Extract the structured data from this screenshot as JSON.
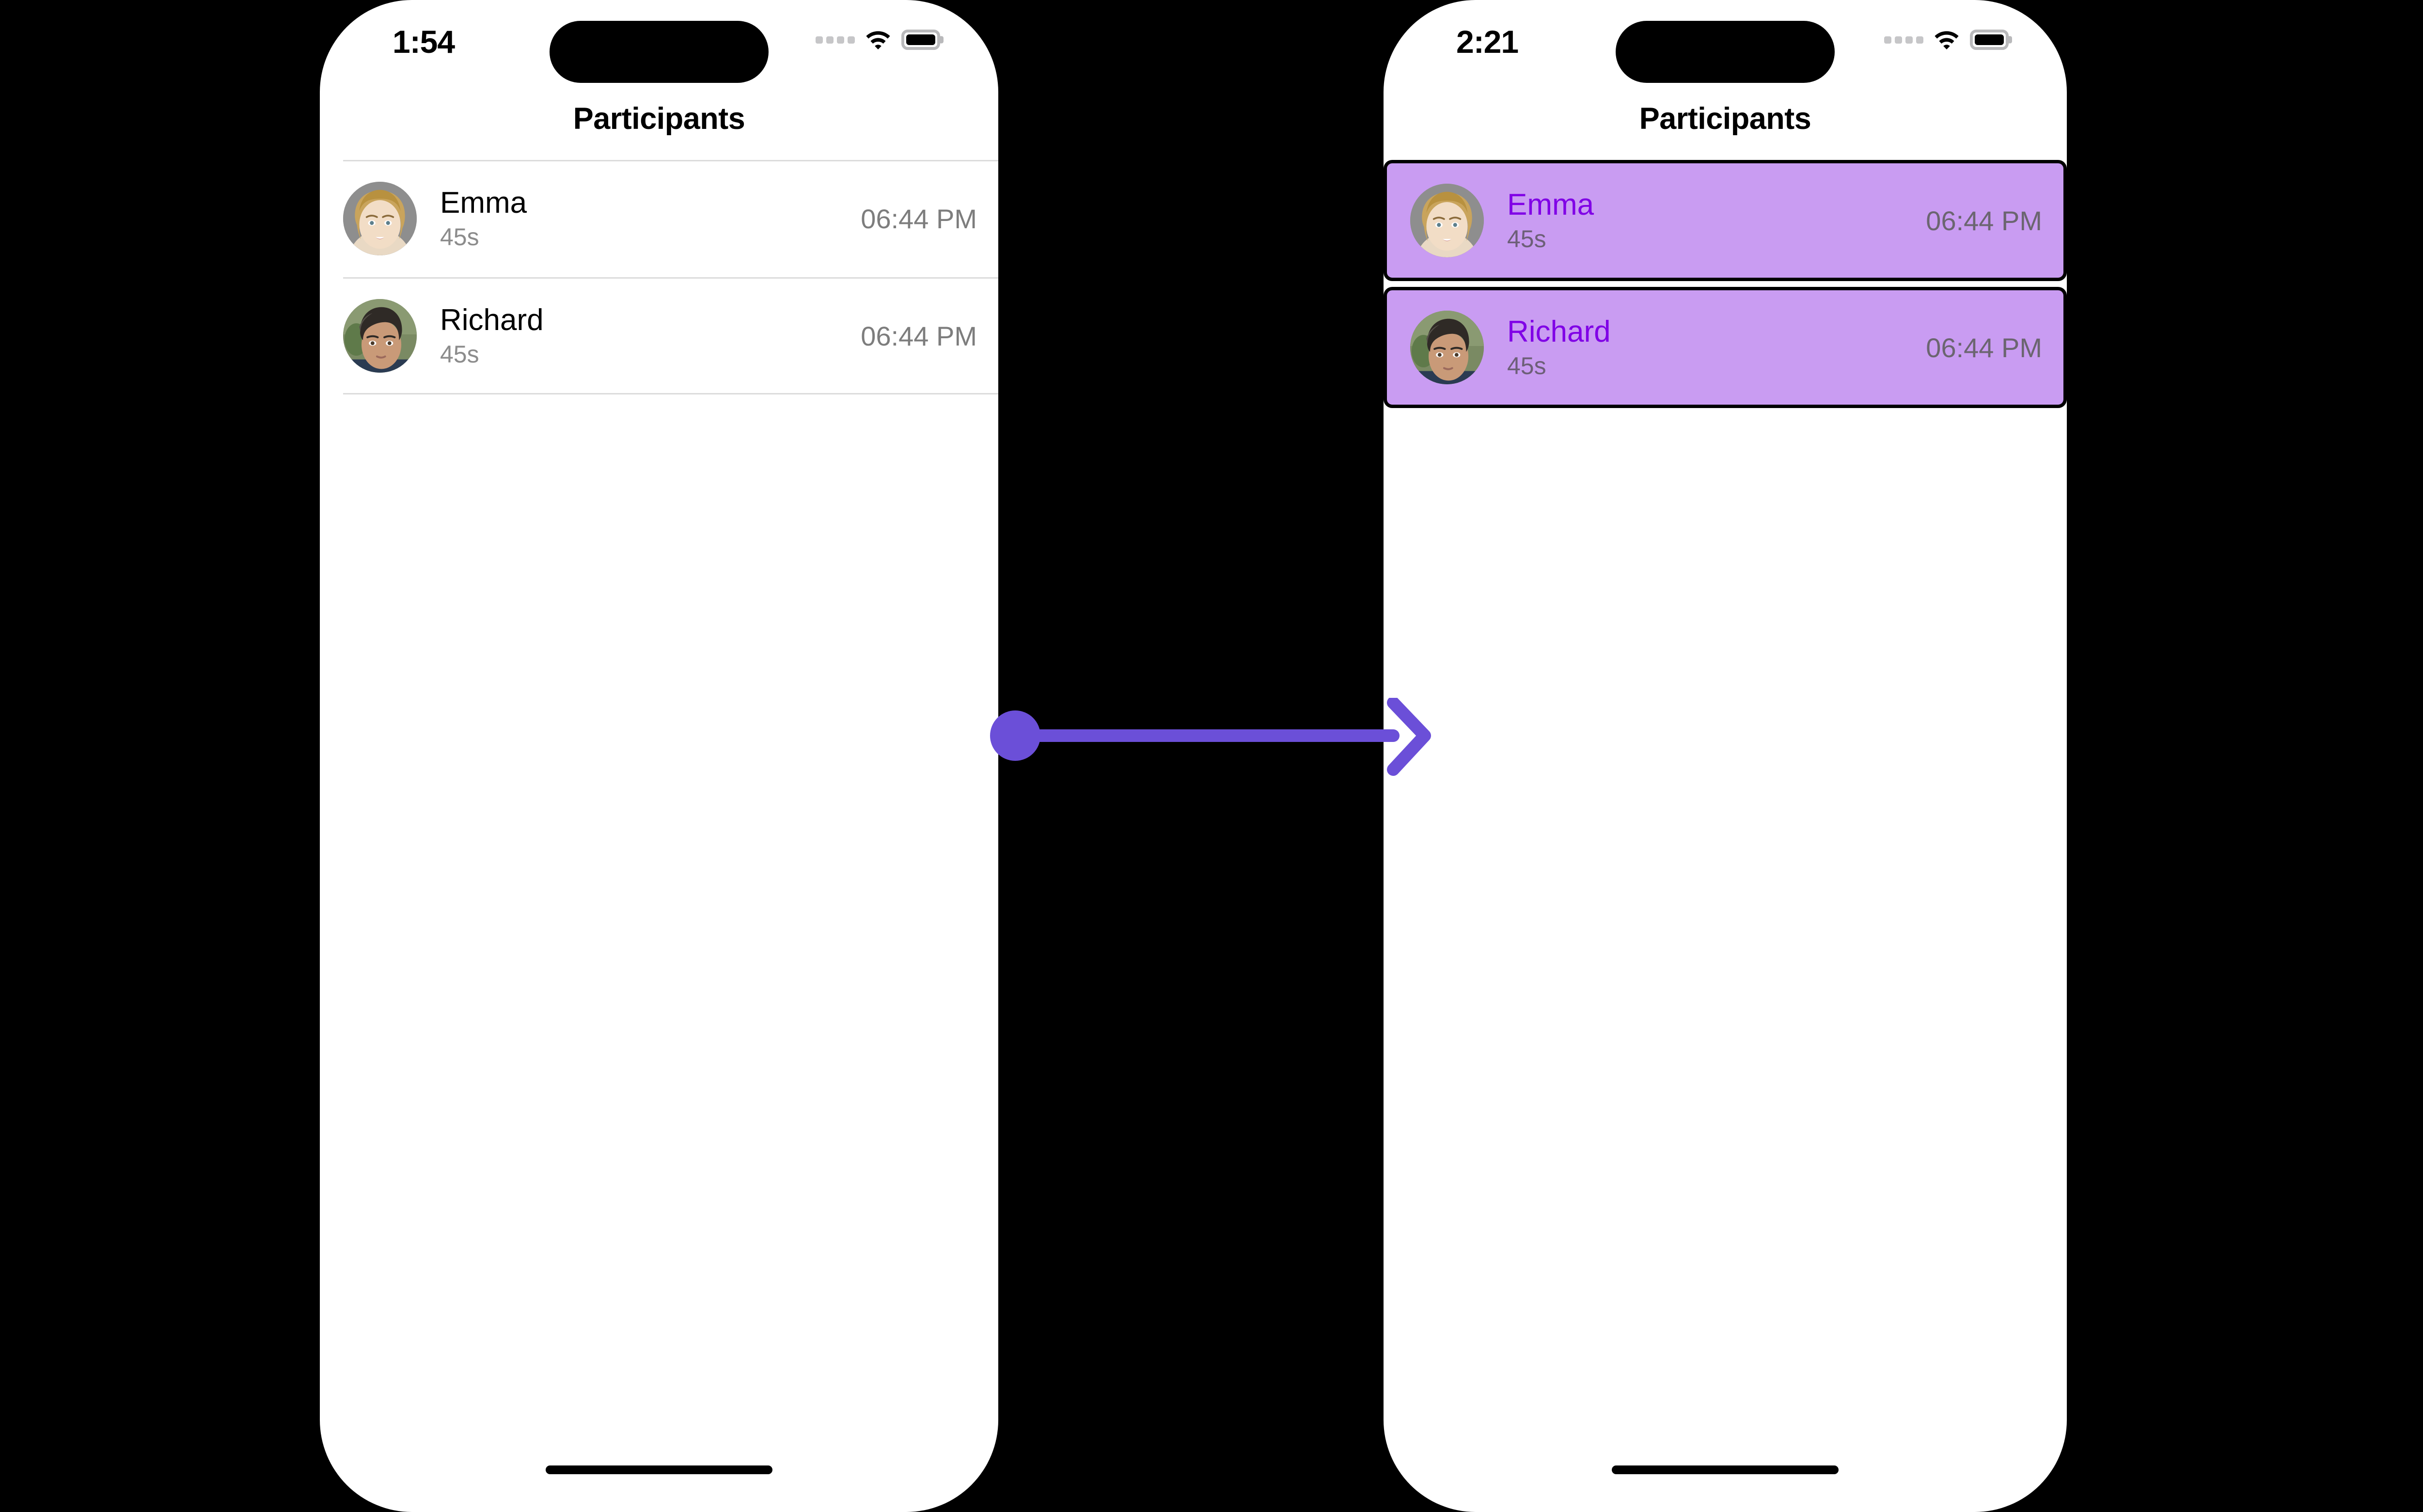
{
  "canvas": {
    "background": "#000000"
  },
  "accent": {
    "arrow": "#6b4fd8",
    "highlight_bg": "#c99cf2",
    "highlight_name": "#8000e6",
    "highlight_border": "#000000"
  },
  "phones": [
    {
      "id": "before",
      "status": {
        "time": "1:54",
        "signal_icon": "cellular-signal-icon",
        "wifi_icon": "wifi-icon",
        "battery_icon": "battery-icon"
      },
      "nav": {
        "title": "Participants"
      },
      "selected": false,
      "rows": [
        {
          "name": "Emma",
          "duration": "45s",
          "time": "06:44 PM",
          "avatar": "emma-avatar"
        },
        {
          "name": "Richard",
          "duration": "45s",
          "time": "06:44 PM",
          "avatar": "richard-avatar"
        }
      ]
    },
    {
      "id": "after",
      "status": {
        "time": "2:21",
        "signal_icon": "cellular-signal-icon",
        "wifi_icon": "wifi-icon",
        "battery_icon": "battery-icon"
      },
      "nav": {
        "title": "Participants"
      },
      "selected": true,
      "rows": [
        {
          "name": "Emma",
          "duration": "45s",
          "time": "06:44 PM",
          "avatar": "emma-avatar"
        },
        {
          "name": "Richard",
          "duration": "45s",
          "time": "06:44 PM",
          "avatar": "richard-avatar"
        }
      ]
    }
  ],
  "annotation": {
    "type": "arrow",
    "icon": "arrow-right-icon",
    "from": "before-screen",
    "to": "after-screen"
  }
}
